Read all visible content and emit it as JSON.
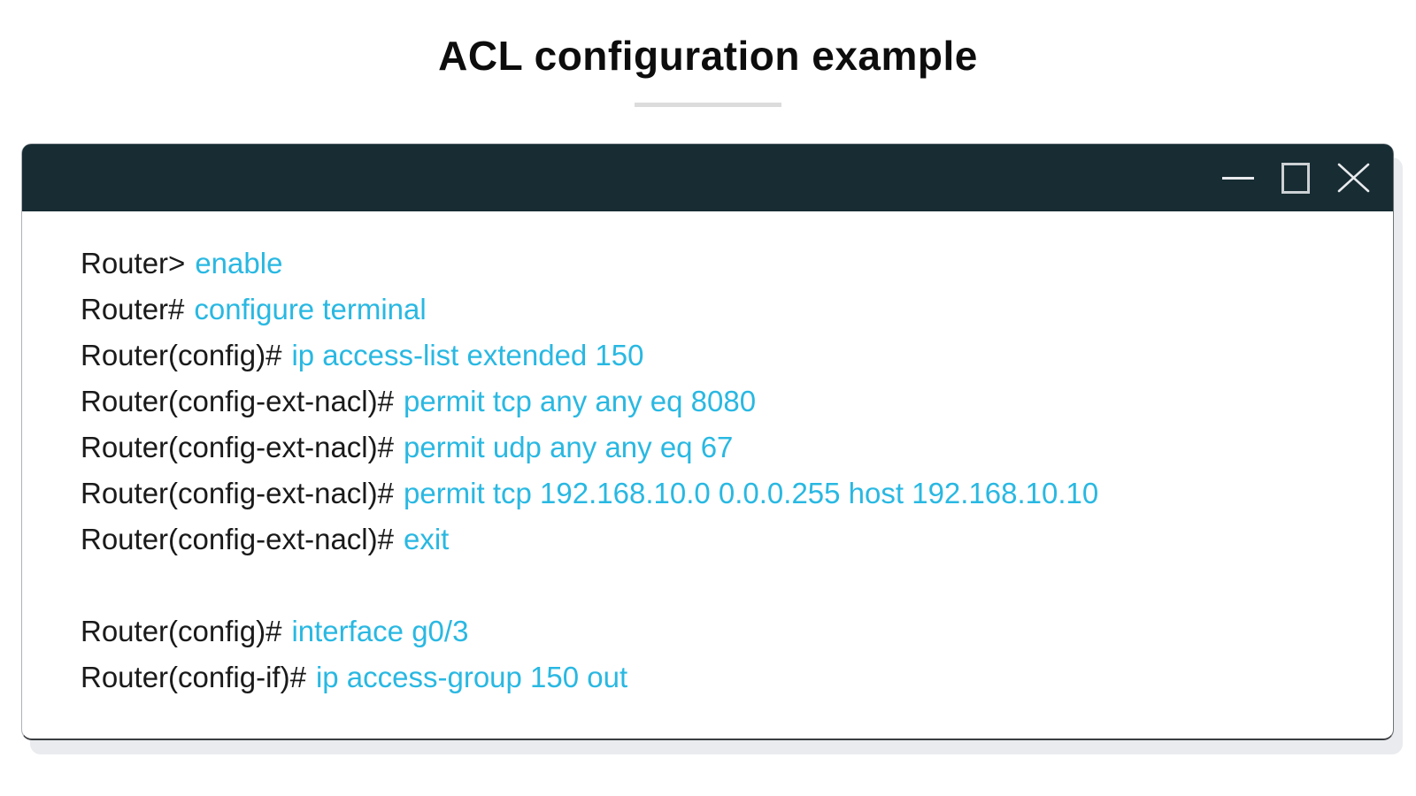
{
  "page": {
    "title": "ACL configuration example"
  },
  "colors": {
    "titlebar": "#172c33",
    "prompt_text": "#1a1a1a",
    "command_accent": "#29b8e2",
    "window_shadow": "#e9ebee",
    "title_divider": "#dcdcdc",
    "control_icon": "#e8eaed",
    "window_background": "#ffffff"
  },
  "window": {
    "controls": [
      {
        "icon": "minimize-icon"
      },
      {
        "icon": "maximize-icon"
      },
      {
        "icon": "close-icon"
      }
    ]
  },
  "terminal": {
    "lines": [
      {
        "prompt": "Router>",
        "command": "enable"
      },
      {
        "prompt": "Router#",
        "command": "configure terminal"
      },
      {
        "prompt": "Router(config)#",
        "command": "ip access-list extended 150"
      },
      {
        "prompt": "Router(config-ext-nacl)#",
        "command": "permit tcp any any eq 8080"
      },
      {
        "prompt": "Router(config-ext-nacl)#",
        "command": "permit udp any any eq 67"
      },
      {
        "prompt": "Router(config-ext-nacl)#",
        "command": "permit tcp 192.168.10.0 0.0.0.255 host 192.168.10.10"
      },
      {
        "prompt": "Router(config-ext-nacl)#",
        "command": "exit"
      },
      {
        "prompt": "",
        "command": ""
      },
      {
        "prompt": "Router(config)#",
        "command": "interface g0/3"
      },
      {
        "prompt": "Router(config-if)#",
        "command": "ip access-group 150 out"
      }
    ]
  }
}
